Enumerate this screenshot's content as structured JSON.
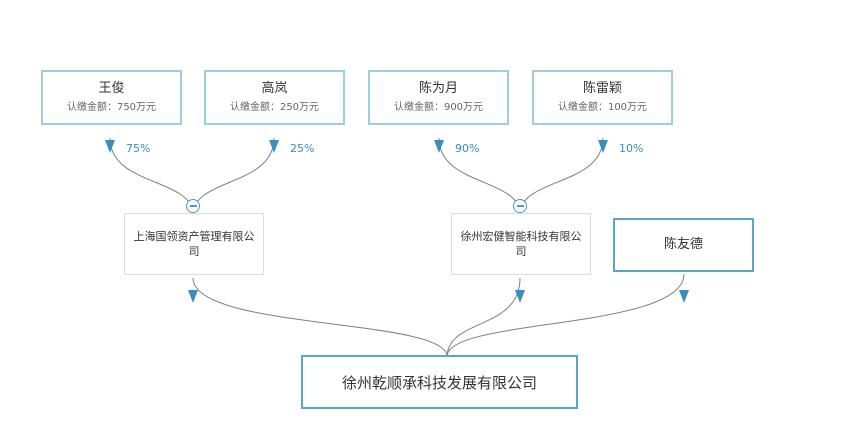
{
  "shareholders": [
    {
      "name": "王俊",
      "amount": "认缴金额：750万元",
      "percent": "75%"
    },
    {
      "name": "高岚",
      "amount": "认缴金额：250万元",
      "percent": "25%"
    },
    {
      "name": "陈为月",
      "amount": "认缴金额：900万元",
      "percent": "90%"
    },
    {
      "name": "陈雷颖",
      "amount": "认缴金额：100万元",
      "percent": "10%"
    }
  ],
  "companies": [
    {
      "name": "上海国领资产管理有限公司"
    },
    {
      "name": "徐州宏健智能科技有限公司"
    }
  ],
  "individual": {
    "name": "陈友德"
  },
  "target": {
    "name": "徐州乾顺承科技发展有限公司"
  },
  "colors": {
    "line": "#7f7f7f",
    "arrow": "#3a8cc1",
    "person_border": "#9fcde0",
    "plain_border": "#5aa6c7"
  }
}
